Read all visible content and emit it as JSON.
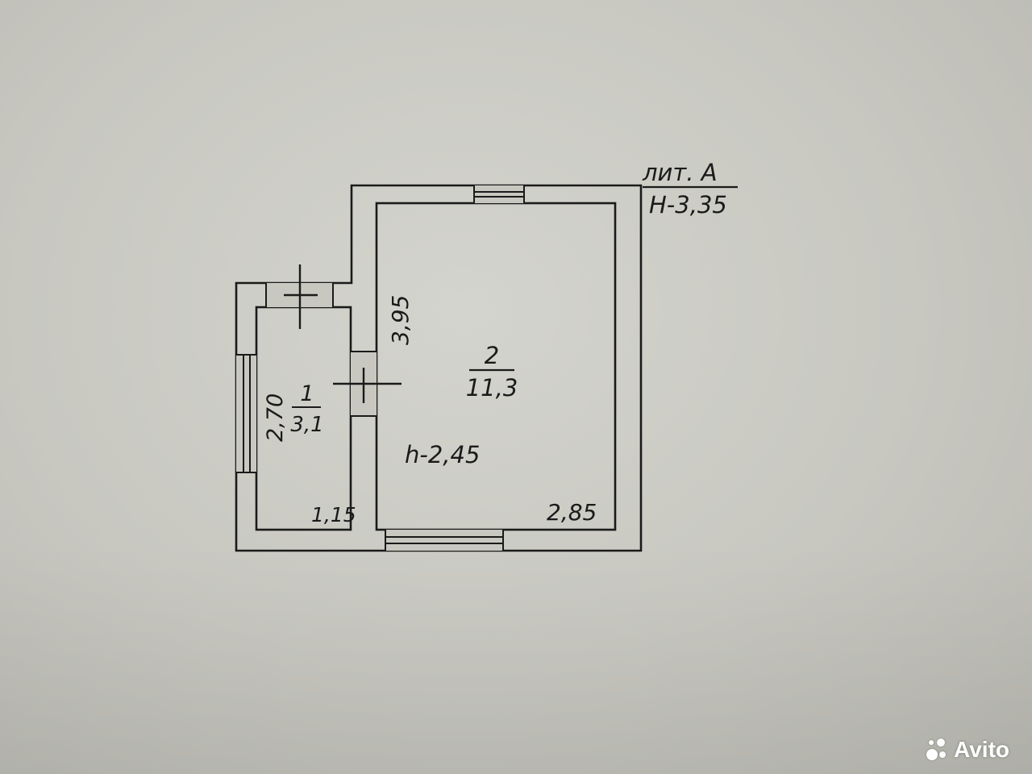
{
  "building": {
    "letter_label": "лит. А",
    "outer_height_label": "Н-3,35",
    "ceiling_height_label": "h-2,45"
  },
  "rooms": [
    {
      "number": "1",
      "area": "3,1",
      "length": "2,70",
      "width": "1,15"
    },
    {
      "number": "2",
      "area": "11,3",
      "length": "3,95",
      "width": "2,85"
    }
  ],
  "watermark": {
    "text": "Avito"
  },
  "colors": {
    "paper": "#cfcfc8",
    "ink": "#1a1a1a",
    "watermark": "#ffffff"
  }
}
